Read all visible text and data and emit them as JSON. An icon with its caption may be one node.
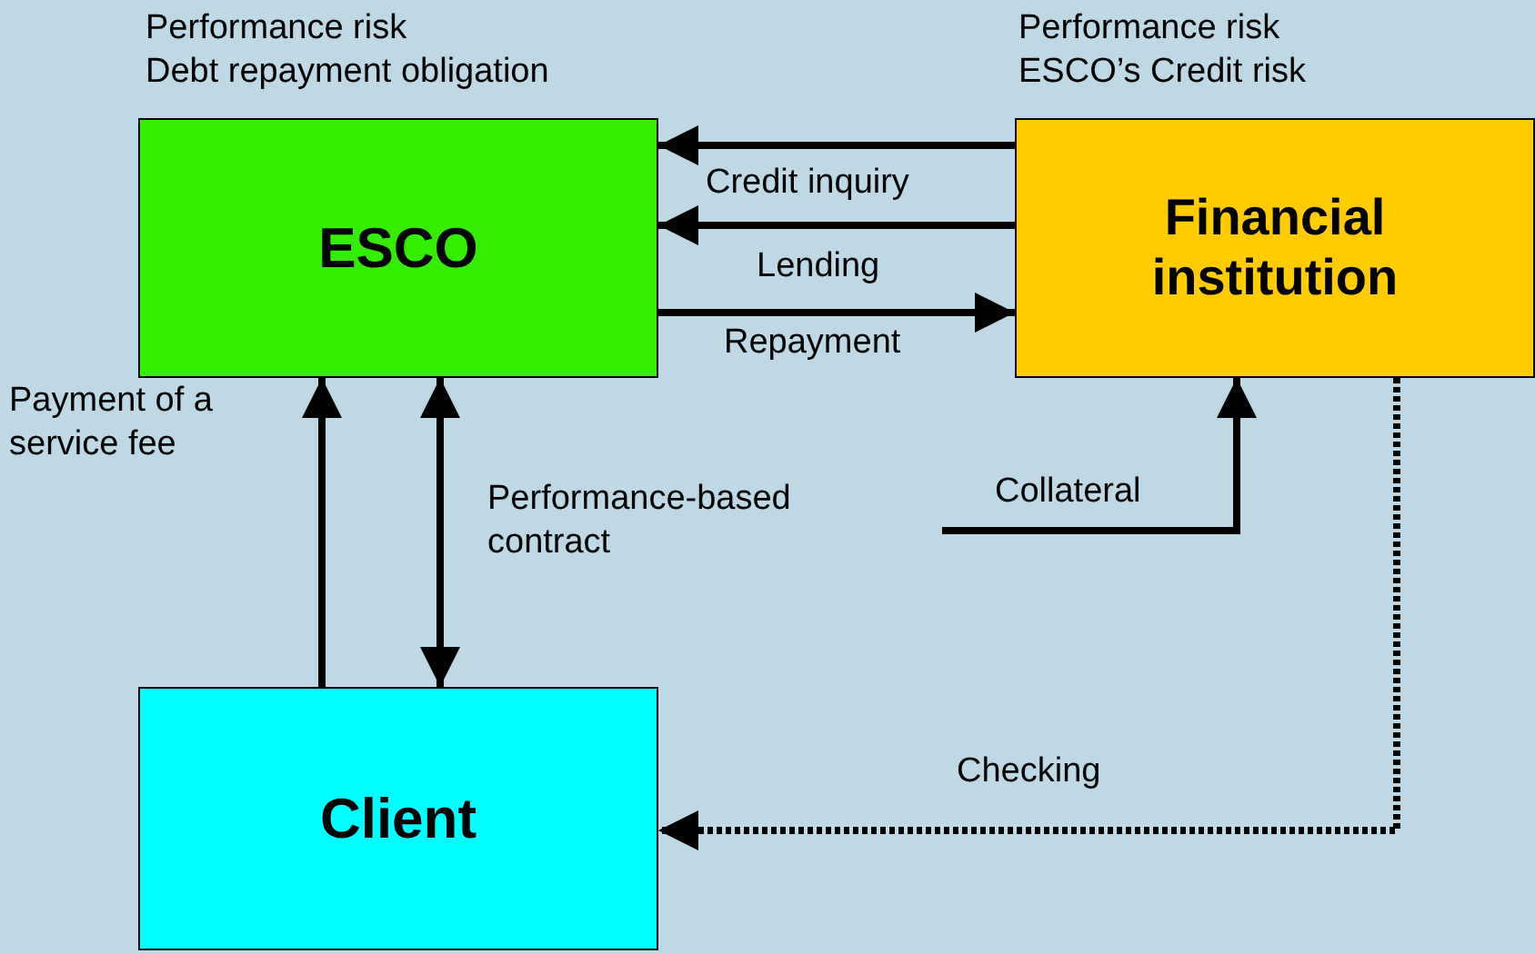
{
  "diagram": {
    "nodes": [
      {
        "text": [
          "ESCO"
        ],
        "beside": [
          "Performance risk",
          "Debt repayment obligation"
        ]
      },
      {
        "text": [
          "Financial institution"
        ],
        "beside": [
          "Performance risk",
          "ESCO’s Credit risk"
        ]
      },
      {
        "text": [
          "Client"
        ]
      }
    ],
    "edges": [
      {
        "from": 1,
        "to": 0,
        "arrow": "to",
        "label": "Credit inquiry"
      },
      {
        "from": 1,
        "to": 0,
        "arrow": "to",
        "label": "Lending"
      },
      {
        "from": 0,
        "to": 1,
        "arrow": "to",
        "label": "Repayment"
      },
      {
        "from": 2,
        "to": 0,
        "arrow": "to",
        "label": "Payment of a service fee"
      },
      {
        "from": 2,
        "to": 0,
        "arrow": "both",
        "label": "Performance-based contract"
      },
      {
        "from": null,
        "to": 1,
        "arrow": "to",
        "label": "Collateral"
      },
      {
        "from": 1,
        "to": 2,
        "arrow": "to",
        "label": "Checking",
        "style": "dashed"
      }
    ]
  }
}
